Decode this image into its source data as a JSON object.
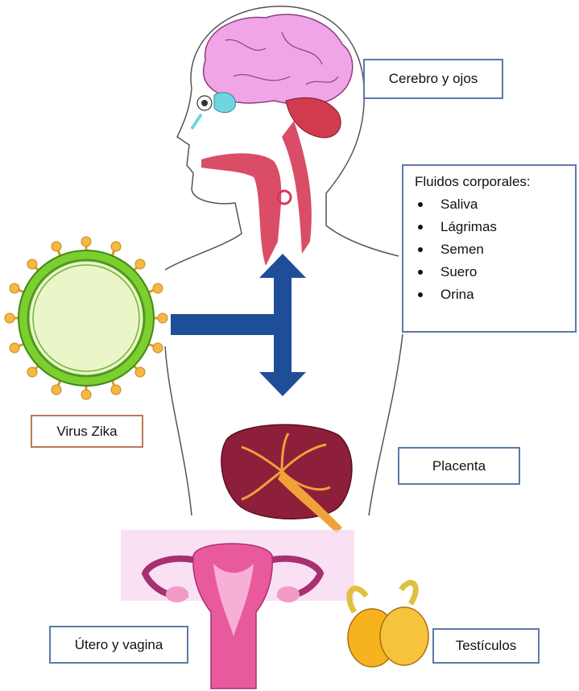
{
  "labels": {
    "cerebro": "Cerebro y ojos",
    "virus": "Virus Zika",
    "placenta": "Placenta",
    "utero": "Útero y vagina",
    "testiculos": "Testículos"
  },
  "fluids": {
    "title": "Fluidos corporales:",
    "items": [
      "Saliva",
      "Lágrimas",
      "Semen",
      "Suero",
      "Orina"
    ]
  },
  "colors": {
    "box_border": "#5b7ba7",
    "virus_box_border": "#b97a57",
    "arrow": "#1f4e99",
    "brain": "#f0a6e6",
    "virus_green": "#7ccf2e",
    "placenta": "#8e1f3a",
    "uterus": "#e95a9c",
    "testicles": "#f6b31d"
  },
  "icons": [
    "brain-icon",
    "eye-icon",
    "virus-icon",
    "placenta-icon",
    "uterus-icon",
    "testicles-icon",
    "double-arrow-icon"
  ]
}
